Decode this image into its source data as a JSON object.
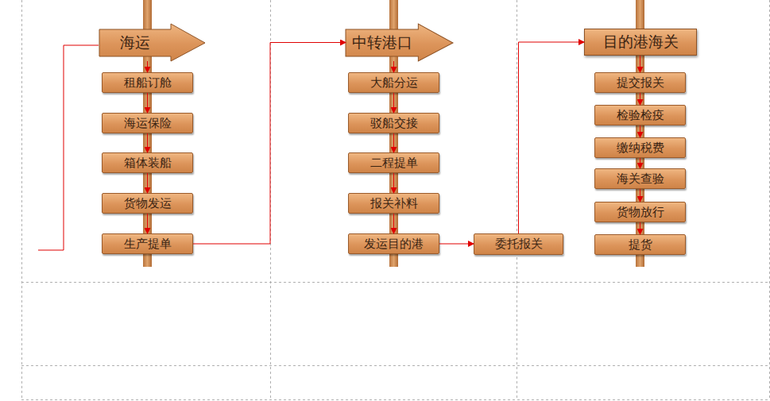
{
  "diagram": {
    "nodes": [
      {
        "text": [
          "海运"
        ]
      },
      {
        "text": [
          "租船订舱"
        ]
      },
      {
        "text": [
          "海运保险"
        ]
      },
      {
        "text": [
          "箱体装船"
        ]
      },
      {
        "text": [
          "货物发运"
        ]
      },
      {
        "text": [
          "生产提单"
        ]
      },
      {
        "text": [
          "中转港口"
        ]
      },
      {
        "text": [
          "大船分运"
        ]
      },
      {
        "text": [
          "驳船交接"
        ]
      },
      {
        "text": [
          "二程提单"
        ]
      },
      {
        "text": [
          "报关补料"
        ]
      },
      {
        "text": [
          "发运目的港"
        ]
      },
      {
        "text": [
          "委托报关"
        ]
      },
      {
        "text": [
          "目的港海关"
        ]
      },
      {
        "text": [
          "提交报关"
        ]
      },
      {
        "text": [
          "检验检疫"
        ]
      },
      {
        "text": [
          "缴纳税费"
        ]
      },
      {
        "text": [
          "海关查验"
        ]
      },
      {
        "text": [
          "货物放行"
        ]
      },
      {
        "text": [
          "提货"
        ]
      }
    ],
    "edges": [
      {
        "from": 0,
        "to": 1,
        "arrow": "to"
      },
      {
        "from": 1,
        "to": 2,
        "arrow": "to"
      },
      {
        "from": 2,
        "to": 3,
        "arrow": "to"
      },
      {
        "from": 3,
        "to": 4,
        "arrow": "to"
      },
      {
        "from": 4,
        "to": 5,
        "arrow": "to"
      },
      {
        "from": 5,
        "to": 6,
        "arrow": "to"
      },
      {
        "from": 6,
        "to": 7,
        "arrow": "to"
      },
      {
        "from": 7,
        "to": 8,
        "arrow": "to"
      },
      {
        "from": 8,
        "to": 9,
        "arrow": "to"
      },
      {
        "from": 9,
        "to": 10,
        "arrow": "to"
      },
      {
        "from": 10,
        "to": 11,
        "arrow": "to"
      },
      {
        "from": 11,
        "to": 12,
        "arrow": "to"
      },
      {
        "from": 12,
        "to": 13,
        "arrow": "to"
      },
      {
        "from": 13,
        "to": 14,
        "arrow": "to"
      },
      {
        "from": 14,
        "to": 15,
        "arrow": "to"
      },
      {
        "from": 15,
        "to": 16,
        "arrow": "to"
      },
      {
        "from": 16,
        "to": 17,
        "arrow": "to"
      },
      {
        "from": 17,
        "to": 18,
        "arrow": "to"
      },
      {
        "from": 18,
        "to": 19,
        "arrow": "to"
      }
    ]
  }
}
